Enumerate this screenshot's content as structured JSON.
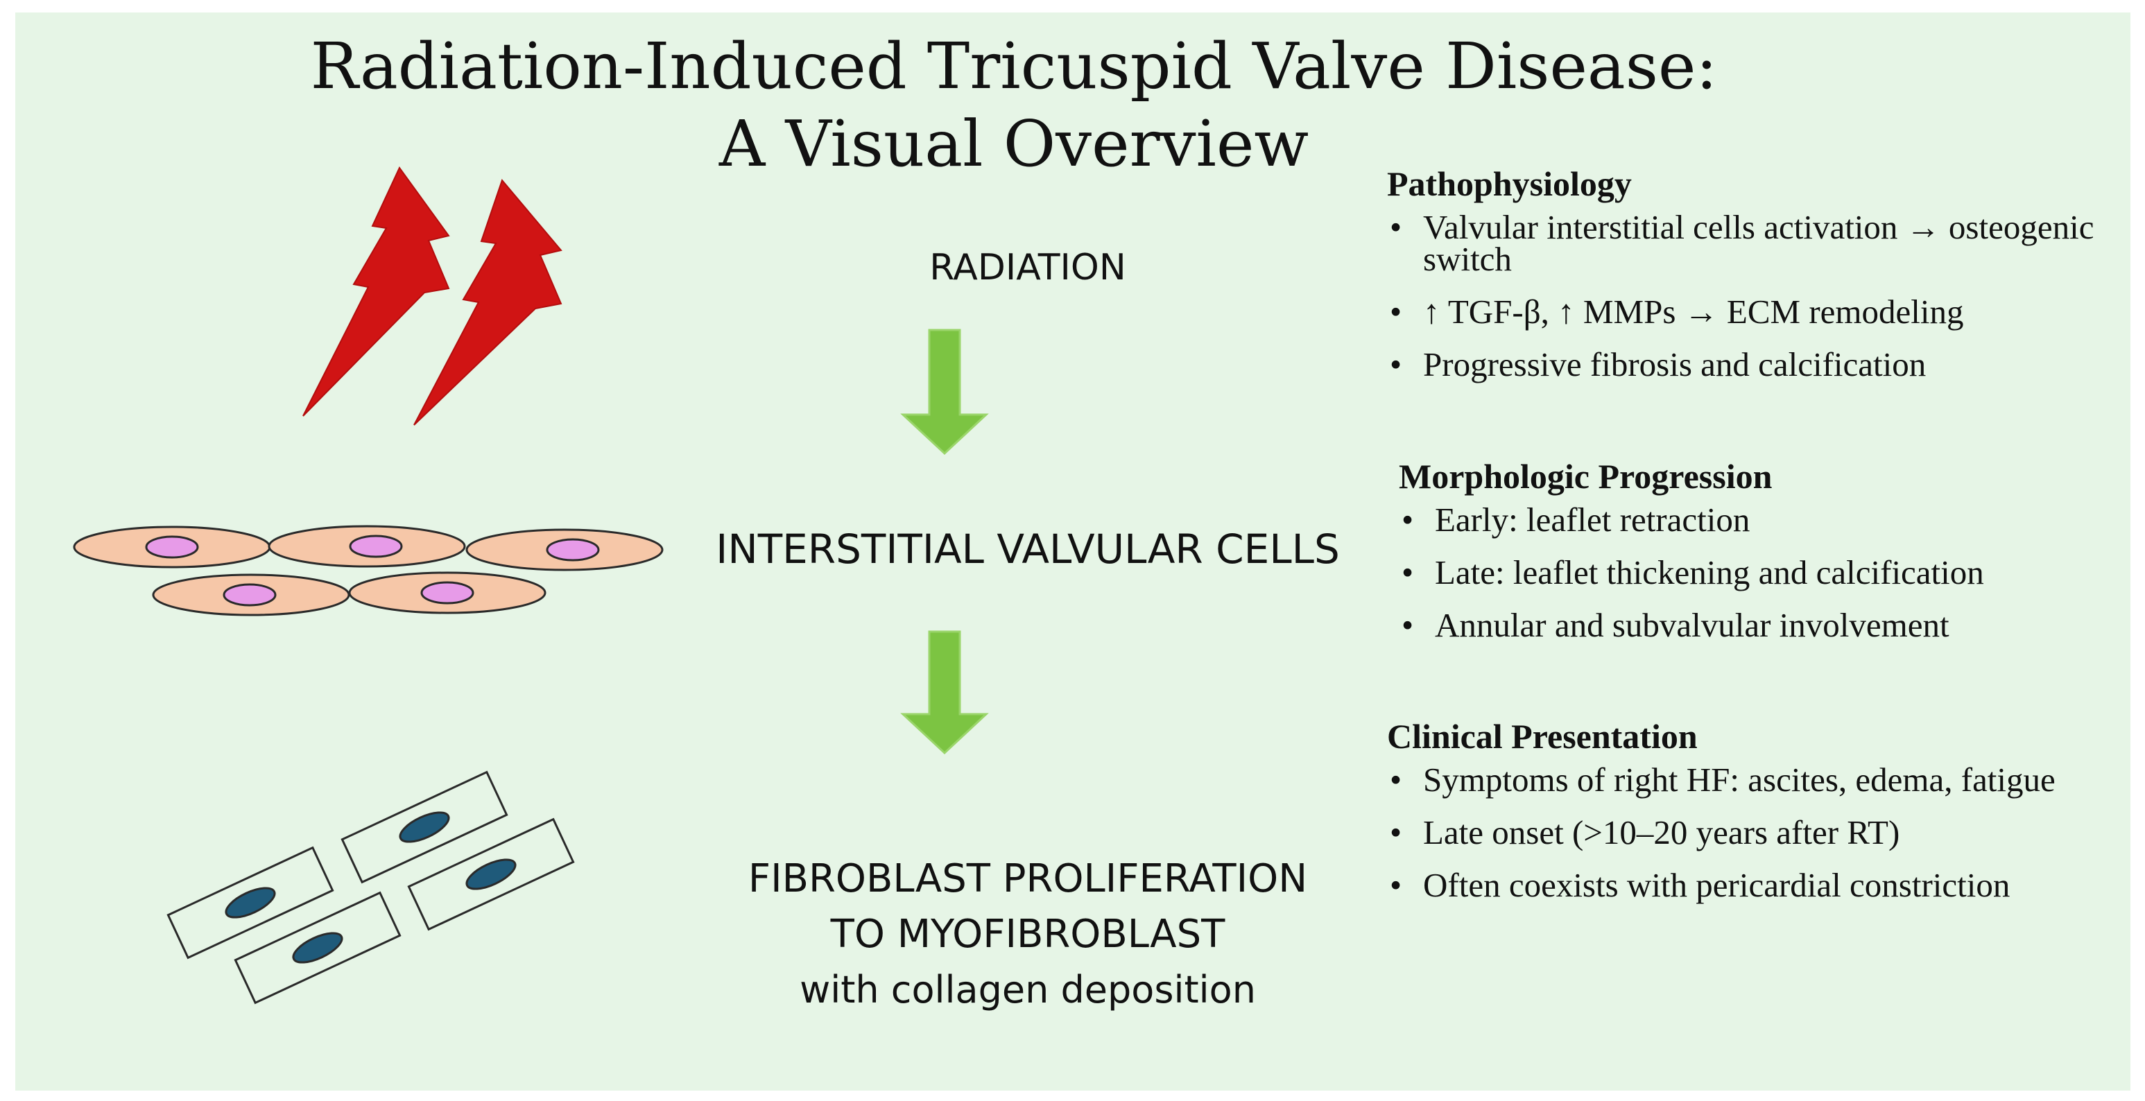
{
  "title": {
    "line1": "Radiation-Induced Tricuspid Valve Disease:",
    "line2": "A Visual Overview"
  },
  "flow": {
    "step1": "RADIATION",
    "step2": "INTERSTITIAL VALVULAR CELLS",
    "step3_line1": "FIBROBLAST PROLIFERATION",
    "step3_line2": "TO MYOFIBROBLAST",
    "step3_line3": "with collagen deposition"
  },
  "panels": {
    "pathophysiology": {
      "heading": "Pathophysiology",
      "items": [
        "Valvular interstitial cells activation → osteogenic switch",
        "↑ TGF-β, ↑ MMPs → ECM remodeling",
        "Progressive fibrosis and calcification"
      ]
    },
    "morphologic": {
      "heading": "Morphologic Progression",
      "items": [
        "Early: leaflet retraction",
        "Late: leaflet thickening and  calcification",
        "Annular and subvalvular involvement"
      ]
    },
    "clinical": {
      "heading": "Clinical Presentation",
      "items": [
        "Symptoms of right HF: ascites, edema, fatigue",
        "Late onset (>10–20 years after RT)",
        "Often coexists with pericardial constriction"
      ]
    }
  },
  "icons": {
    "lightning": "lightning-bolt-icon",
    "arrow": "down-arrow-icon",
    "valvular_cell": "valvular-cell-icon",
    "fibroblast": "fibroblast-cell-icon"
  },
  "colors": {
    "background": "#e6f5e6",
    "lightning": "#d01414",
    "arrow": "#7cc442",
    "cell_body": "#f6c7a8",
    "cell_nucleus": "#e79be8",
    "fibroblast_nucleus": "#1f5a7a"
  }
}
